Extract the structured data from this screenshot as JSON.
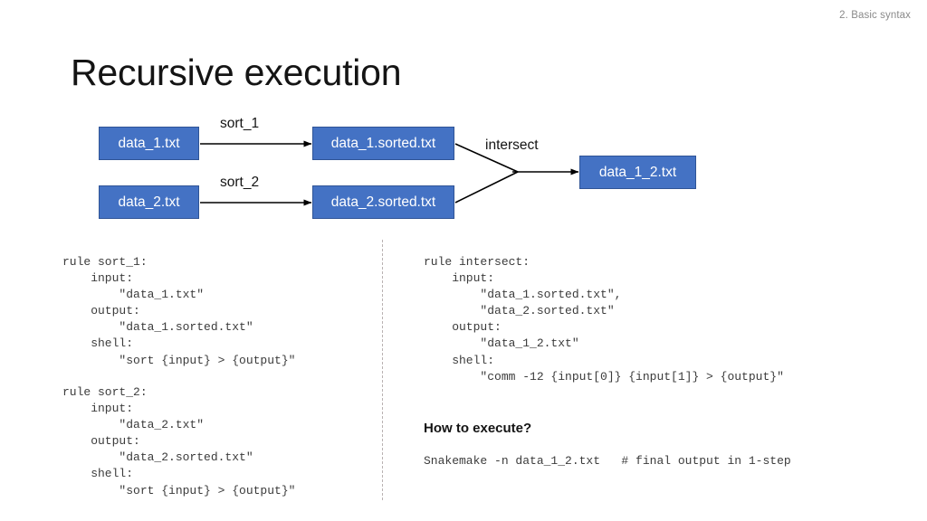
{
  "header": {
    "section_label": "2. Basic syntax"
  },
  "title": "Recursive execution",
  "colors": {
    "node_fill": "#4472C4",
    "node_border": "#2F5496",
    "node_text": "#FFFFFF",
    "code_text": "#3B3B3B",
    "header_text": "#8A8A8A",
    "divider": "#B9B2B2"
  },
  "diagram": {
    "nodes": [
      {
        "id": "data_1",
        "label": "data_1.txt"
      },
      {
        "id": "data_2",
        "label": "data_2.txt"
      },
      {
        "id": "data_1_sorted",
        "label": "data_1.sorted.txt"
      },
      {
        "id": "data_2_sorted",
        "label": "data_2.sorted.txt"
      },
      {
        "id": "data_1_2",
        "label": "data_1_2.txt"
      }
    ],
    "edge_labels": {
      "sort_1": "sort_1",
      "sort_2": "sort_2",
      "intersect": "intersect"
    }
  },
  "code": {
    "rule_sort_1": "rule sort_1:\n    input:\n        \"data_1.txt\"\n    output:\n        \"data_1.sorted.txt\"\n    shell:\n        \"sort {input} > {output}\"",
    "rule_sort_2": "rule sort_2:\n    input:\n        \"data_2.txt\"\n    output:\n        \"data_2.sorted.txt\"\n    shell:\n        \"sort {input} > {output}\"",
    "rule_intersect": "rule intersect:\n    input:\n        \"data_1.sorted.txt\",\n        \"data_2.sorted.txt\"\n    output:\n        \"data_1_2.txt\"\n    shell:\n        \"comm -12 {input[0]} {input[1]} > {output}\""
  },
  "howto": {
    "heading": "How to execute?",
    "command": "Snakemake -n data_1_2.txt   # final output in 1-step"
  }
}
